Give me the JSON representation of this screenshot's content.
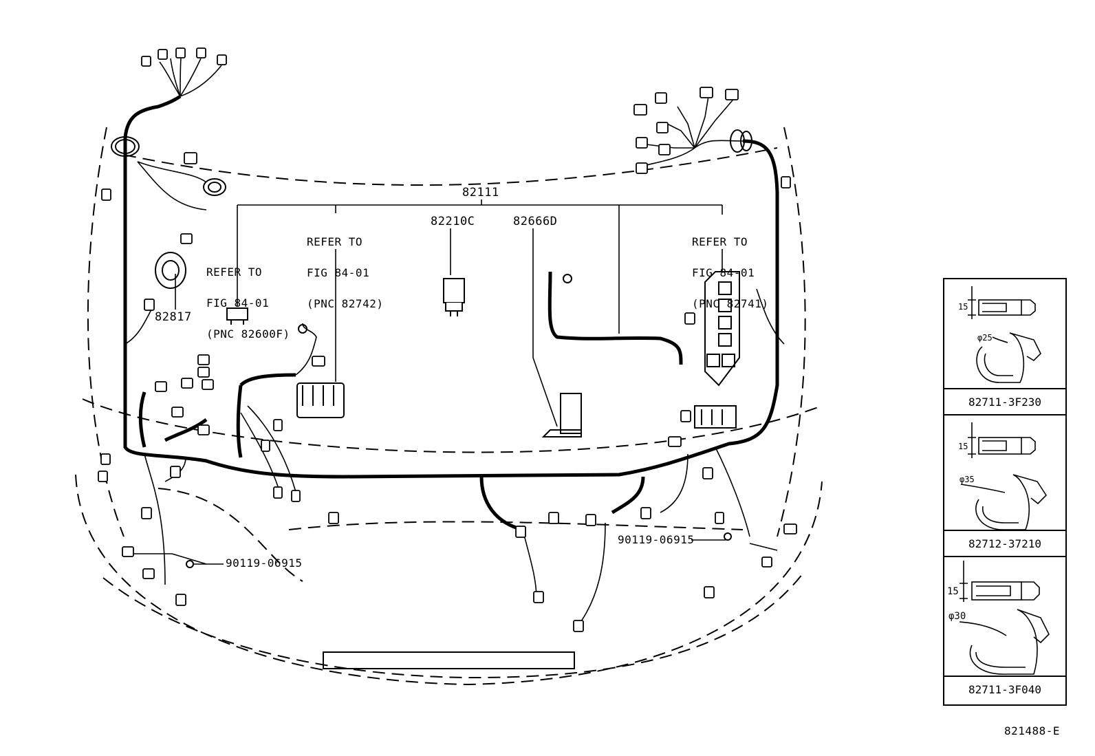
{
  "labels": {
    "harness_main": "82111",
    "relay": "82210C",
    "bracket": "82666D",
    "sensor": "82817",
    "refer_left": {
      "line1": "REFER TO",
      "line2": "FIG 84-01",
      "line3": "(PNC 82600F)"
    },
    "refer_center": {
      "line1": "REFER TO",
      "line2": "FIG 84-01",
      "line3": "(PNC 82742)"
    },
    "refer_right": {
      "line1": "REFER TO",
      "line2": "FIG 84-01",
      "line3": "(PNC 82741)"
    },
    "bolt_left": "90119-06915",
    "bolt_right": "90119-06915",
    "diagram_id": "821488-E"
  },
  "clamps": [
    {
      "part_no": "82711-3F230",
      "height": "15",
      "diameter": "φ25"
    },
    {
      "part_no": "82712-37210",
      "height": "15",
      "diameter": "φ35"
    },
    {
      "part_no": "82711-3F040",
      "height": "15",
      "diameter": "φ30"
    }
  ]
}
